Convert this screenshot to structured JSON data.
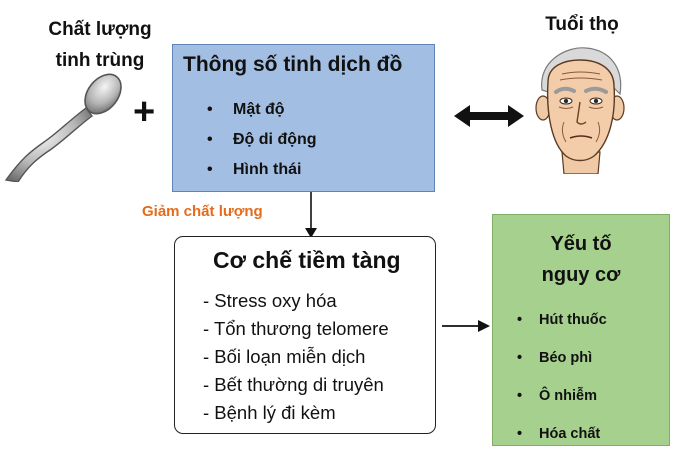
{
  "sperm_label": {
    "line1": "Chất lượng",
    "line2": "tinh trùng"
  },
  "plus_sign": "+",
  "semen_box": {
    "title": "Thông số tinh dịch đồ",
    "items": [
      "Mật độ",
      "Độ di động",
      "Hình thái"
    ],
    "fill_color": "#a3bee3"
  },
  "age_label": "Tuổi thọ",
  "quality_drop_label": "Giảm chất lượng",
  "quality_drop_color": "#e46c1b",
  "mechanism_box": {
    "title": "Cơ chế tiềm tàng",
    "items": [
      "- Stress oxy hóa",
      "- Tổn thương telomere",
      "- Bối loạn miễn dịch",
      "- Bết thường di truyên",
      "- Bệnh lý đi kèm"
    ]
  },
  "risk_box": {
    "title_line1": "Yếu tố",
    "title_line2": "nguy cơ",
    "items": [
      "Hút thuốc",
      "Béo phì",
      "Ô nhiễm",
      "Hóa chất"
    ],
    "fill_color": "#a6d08d"
  },
  "icons": {
    "sperm": "sperm-icon",
    "elderly_face": "elderly-face-icon",
    "double_arrow": "double-arrow-icon",
    "down_arrow": "down-arrow-icon",
    "right_arrow": "right-arrow-icon"
  }
}
